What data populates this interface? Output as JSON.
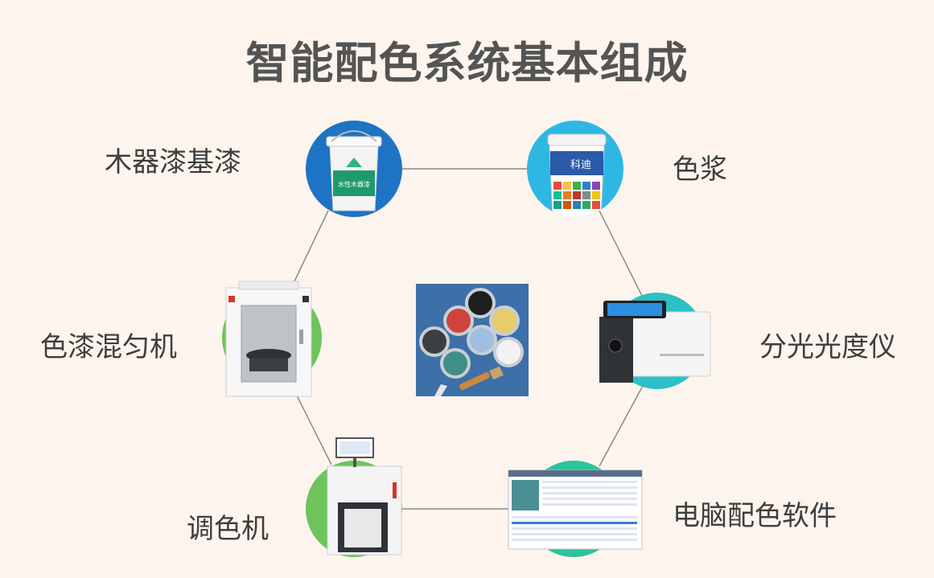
{
  "title": "智能配色系统基本组成",
  "colors": {
    "background": "#fcf4ed",
    "title": "#545454",
    "label": "#3e3e3e",
    "connector": "#8a8a8a",
    "blue_circle": "#1e73c4",
    "cyan_circle": "#2fb7e3",
    "green_circle": "#6ec45a",
    "teal_circle": "#2dc39a"
  },
  "nodes": {
    "wood_primer": {
      "label": "木器漆基漆",
      "bucket_text": "水性木器漆"
    },
    "color_paste": {
      "label": "色浆",
      "brand_text": "科迪"
    },
    "mixer": {
      "label": "色漆混匀机"
    },
    "spectrophotometer": {
      "label": "分光光度仪"
    },
    "tinting_machine": {
      "label": "调色机"
    },
    "software": {
      "label": "电脑配色软件"
    }
  }
}
